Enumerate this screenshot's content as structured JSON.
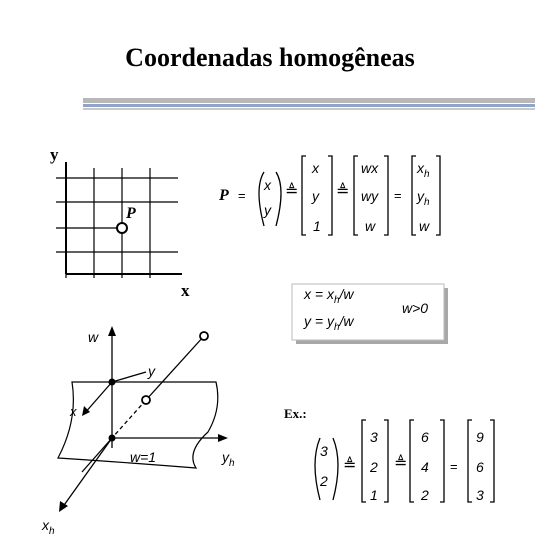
{
  "title": "Coordenadas homogêneas",
  "plot2d": {
    "axis_y": "y",
    "axis_x": "x",
    "point": "P"
  },
  "definition": {
    "lhs": "P",
    "eq": "=",
    "vec_xy": [
      "x",
      "y"
    ],
    "defeq": "≜",
    "vec_xy1": [
      "x",
      "y",
      "1"
    ],
    "vec_w": [
      "wx",
      "wy",
      "w"
    ],
    "equals": "=",
    "vec_h": [
      "x",
      "y",
      "w"
    ],
    "sub_h": "h"
  },
  "conversion": {
    "line1_pre": "x = x",
    "line1_post": "/w",
    "line2_pre": "y = y",
    "line2_post": "/w",
    "sub": "h",
    "condition": "w>0"
  },
  "plot3d": {
    "w": "w",
    "y": "y",
    "x": "x",
    "plane": "w=1",
    "yh": "y",
    "xh": "x",
    "sub": "h"
  },
  "example": {
    "label": "Ex.:",
    "vec1": [
      "3",
      "2"
    ],
    "vec2": [
      "3",
      "2",
      "1"
    ],
    "vec3": [
      "6",
      "4",
      "2"
    ],
    "vec4": [
      "9",
      "6",
      "3"
    ],
    "defeq": "≜",
    "equals": "="
  },
  "colors": {
    "ink": "#000000",
    "rule_gray": "#9a9a9a",
    "rule_blue": "#8fa4c8",
    "box_shadow": "#a8a8a8",
    "plane_fill": "#ffffff"
  }
}
